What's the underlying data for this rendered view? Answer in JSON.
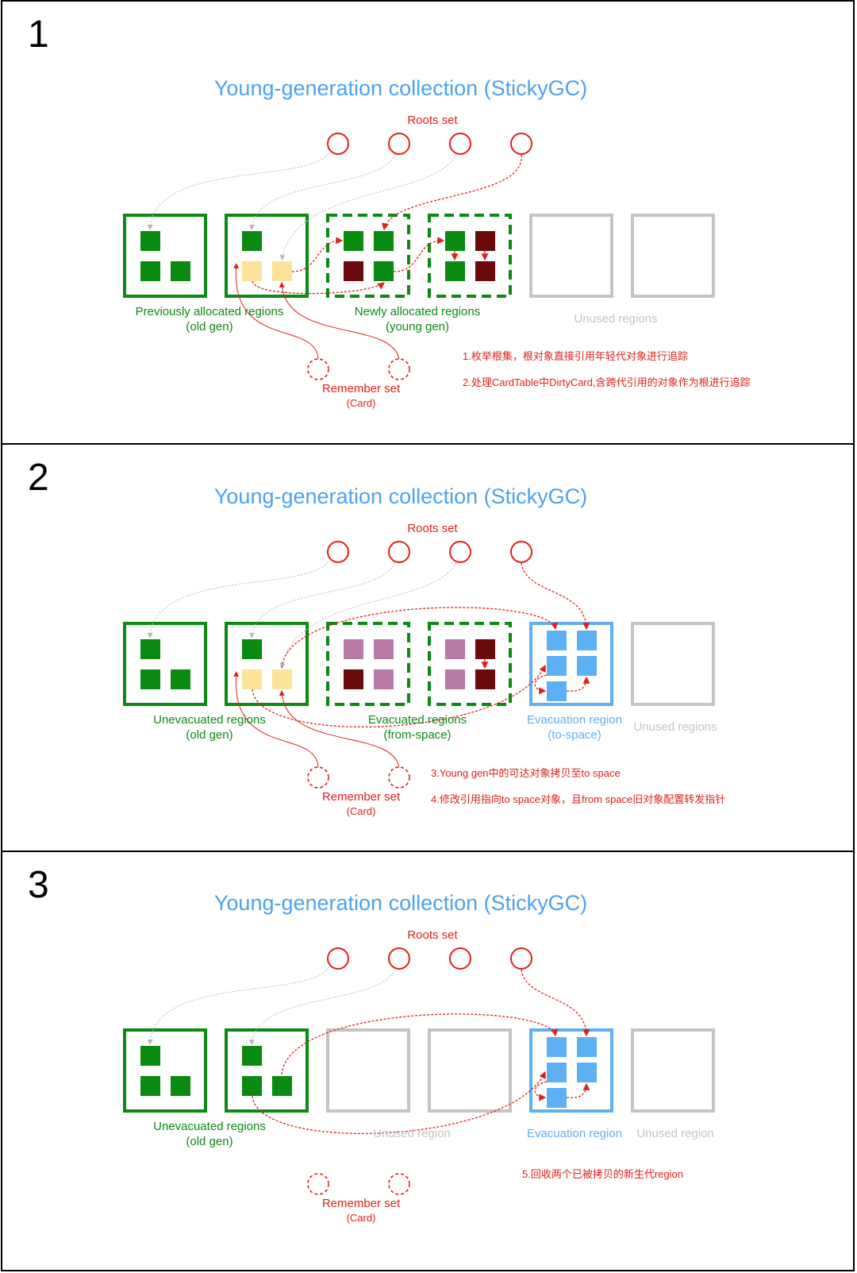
{
  "panels": [
    {
      "number": "1",
      "title": "Young-generation collection (StickyGC)",
      "roots_label": "Roots set",
      "remember_label": "Remember set",
      "remember_sub": "(Card)",
      "labels": {
        "a1": "Previously allocated regions",
        "a2": "(old gen)",
        "b1": "Newly allocated regions",
        "b2": "(young gen)",
        "c1": "Unused regions"
      },
      "notes": [
        "1.枚举根集，根对象直接引用年轻代对象进行追踪",
        "2.处理CardTable中DirtyCard,含跨代引用的对象作为根进行追踪"
      ]
    },
    {
      "number": "2",
      "title": "Young-generation collection (StickyGC)",
      "roots_label": "Roots set",
      "remember_label": "Remember set",
      "remember_sub": "(Card)",
      "labels": {
        "a1": "Unevacuated regions",
        "a2": "(old gen)",
        "b1": "Evacuated regions",
        "b2": "(from-space)",
        "c1": "Evacuation region",
        "c2": "(to-space)",
        "d1": "Unused regions"
      },
      "notes": [
        "3.Young gen中的可达对象拷贝至to space",
        "4.修改引用指向to space对象，且from space旧对象配置转发指针"
      ]
    },
    {
      "number": "3",
      "title": "Young-generation collection (StickyGC)",
      "roots_label": "Roots set",
      "remember_label": "Remember set",
      "remember_sub": "(Card)",
      "labels": {
        "a1": "Unevacuated regions",
        "a2": "(old gen)",
        "b1": "Unused region",
        "c1": "Evacuation region",
        "d1": "Unused region"
      },
      "notes": [
        "5.回收两个已被拷贝的新生代region"
      ]
    }
  ],
  "colors": {
    "title": "#4aa3f0",
    "roots": "#e0201a",
    "old_gen": "#0b8a12",
    "unused": "#c4c4c4",
    "to_space": "#5eb0f5",
    "card_object": "#fde29a",
    "dead_object": "#6b0a0a",
    "evacuated_object": "#b97aa6"
  }
}
